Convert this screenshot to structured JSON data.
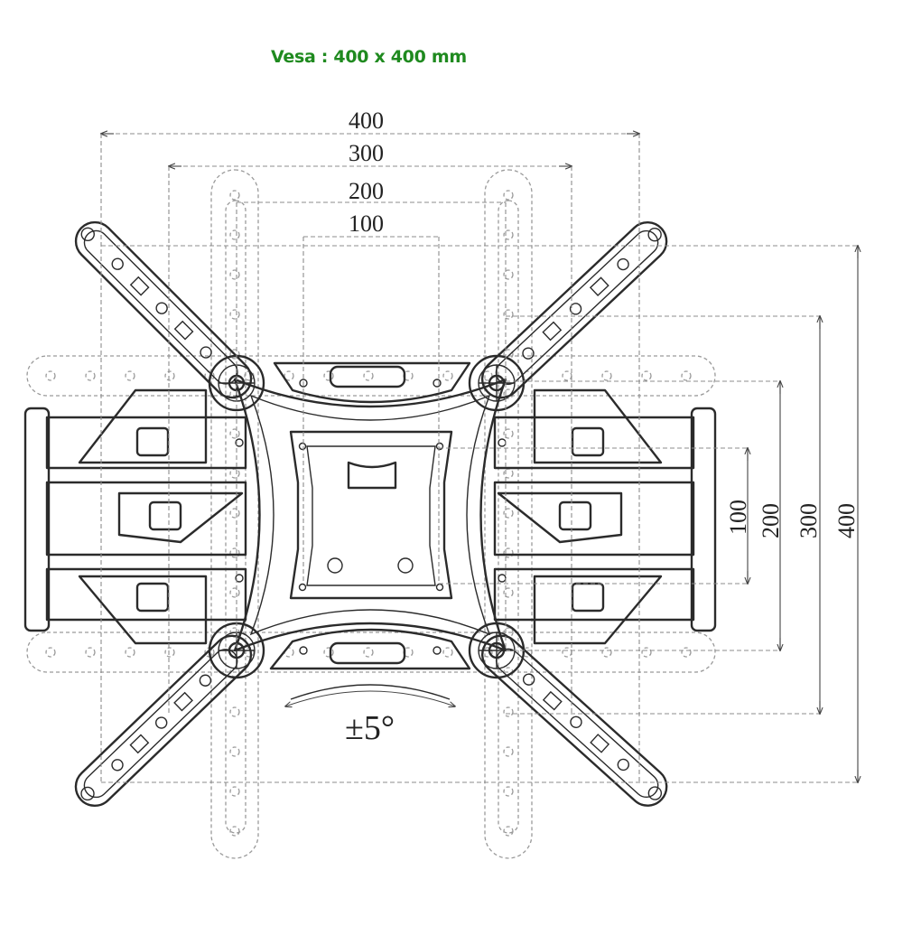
{
  "title": {
    "text": "Vesa : 400 x 400 mm",
    "color": "#1f8a1f"
  },
  "dimensions": {
    "horizontal": [
      "400",
      "300",
      "200",
      "100"
    ],
    "vertical": [
      "100",
      "200",
      "300",
      "400"
    ]
  },
  "rotation_label": "±5°",
  "colors": {
    "line": "#2b2b2b",
    "dim_line": "#8c8c8c",
    "ghost_line": "#9a9a9a"
  }
}
